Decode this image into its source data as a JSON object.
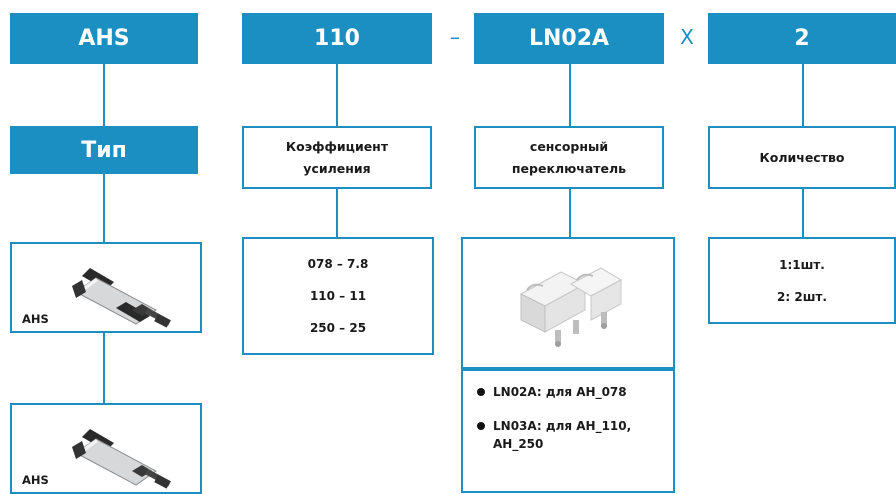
{
  "header_row": {
    "model": "AHS",
    "bore": "110",
    "dash": "–",
    "switch": "LN02A",
    "times": "X",
    "qty": "2"
  },
  "type_box": {
    "title": "Тип",
    "items": [
      {
        "label": "AHS"
      },
      {
        "label": "AHS"
      }
    ]
  },
  "gain_box": {
    "title_line1": "Коэффициент",
    "title_line2": "усиления",
    "options": [
      "078 – 7.8",
      "110 – 11",
      "250 – 25"
    ]
  },
  "switch_box": {
    "title_line1": "сенсорный",
    "title_line2": "переключатель",
    "items": [
      {
        "line1": "LN02A: для  AH_078"
      },
      {
        "line1": "LN03A: для  AH_110,",
        "line2": "AH_250"
      }
    ]
  },
  "qty_box": {
    "title": "Количество",
    "options": [
      "1:1шт.",
      "2: 2шт."
    ]
  },
  "colors": {
    "accent": "#1b8ec2"
  }
}
